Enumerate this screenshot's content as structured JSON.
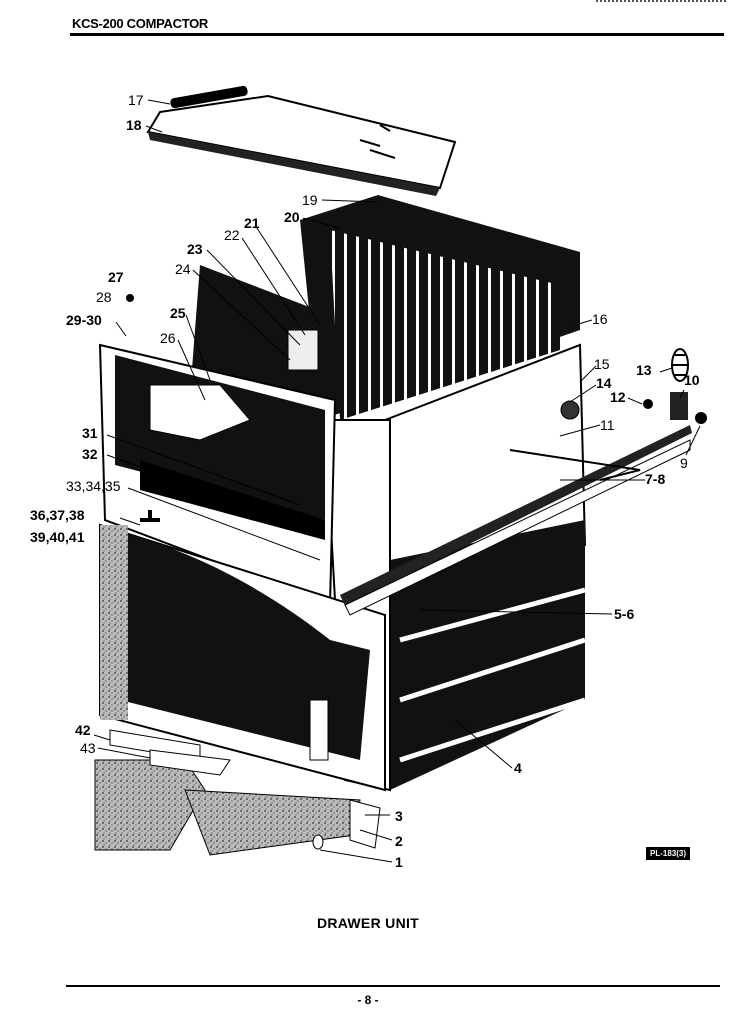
{
  "header": {
    "title": "KCS-200 COMPACTOR"
  },
  "callouts": {
    "c1": "1",
    "c2": "2",
    "c3": "3",
    "c4": "4",
    "c5_6": "5-6",
    "c7_8": "7-8",
    "c9": "9",
    "c10": "10",
    "c11": "11",
    "c12": "12",
    "c13": "13",
    "c14": "14",
    "c15": "15",
    "c16": "16",
    "c17": "17",
    "c18": "18",
    "c19": "19",
    "c20": "20",
    "c21": "21",
    "c22": "22",
    "c23": "23",
    "c24": "24",
    "c25": "25",
    "c26": "26",
    "c27": "27",
    "c28": "28",
    "c29_30": "29-30",
    "c31": "31",
    "c32": "32",
    "c33_35": "33,34,35",
    "c36_38": "36,37,38",
    "c39_41": "39,40,41",
    "c42": "42",
    "c43": "43"
  },
  "plate_code": "PL-183(3)",
  "caption": "DRAWER UNIT",
  "page_number": "- 8 -"
}
